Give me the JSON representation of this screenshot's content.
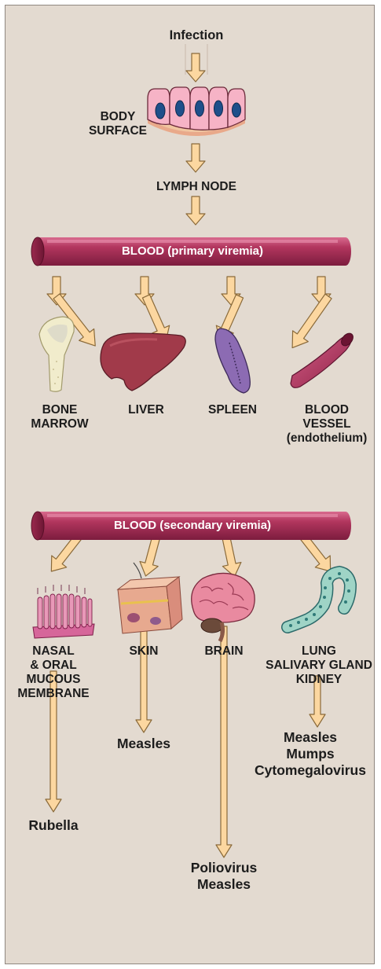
{
  "top": {
    "infection": "Infection",
    "body_surface": "BODY\nSURFACE",
    "lymph_node": "LYMPH NODE"
  },
  "blood": {
    "primary": "BLOOD (primary viremia)",
    "secondary": "BLOOD (secondary viremia)"
  },
  "organs_row1": {
    "bone_marrow": "BONE\nMARROW",
    "liver": "LIVER",
    "spleen": "SPLEEN",
    "blood_vessel": "BLOOD\nVESSEL\n(endothelium)"
  },
  "organs_row2": {
    "nasal": "NASAL\n& ORAL\nMUCOUS\nMEMBRANE",
    "skin": "SKIN",
    "brain": "BRAIN",
    "lung": "LUNG\nSALIVARY GLAND\nKIDNEY"
  },
  "diseases": {
    "rubella": "Rubella",
    "skin": "Measles",
    "brain": "Poliovirus\nMeasles",
    "lung": "Measles\nMumps\nCytomegalovirus"
  },
  "colors": {
    "panel": "#e3dad0",
    "arrow_fill": "#fcd7a0",
    "arrow_stroke": "#8a6a3a",
    "blood": "#b2365e",
    "cell": "#f6b3c6",
    "nucleus": "#1f4f8a"
  }
}
